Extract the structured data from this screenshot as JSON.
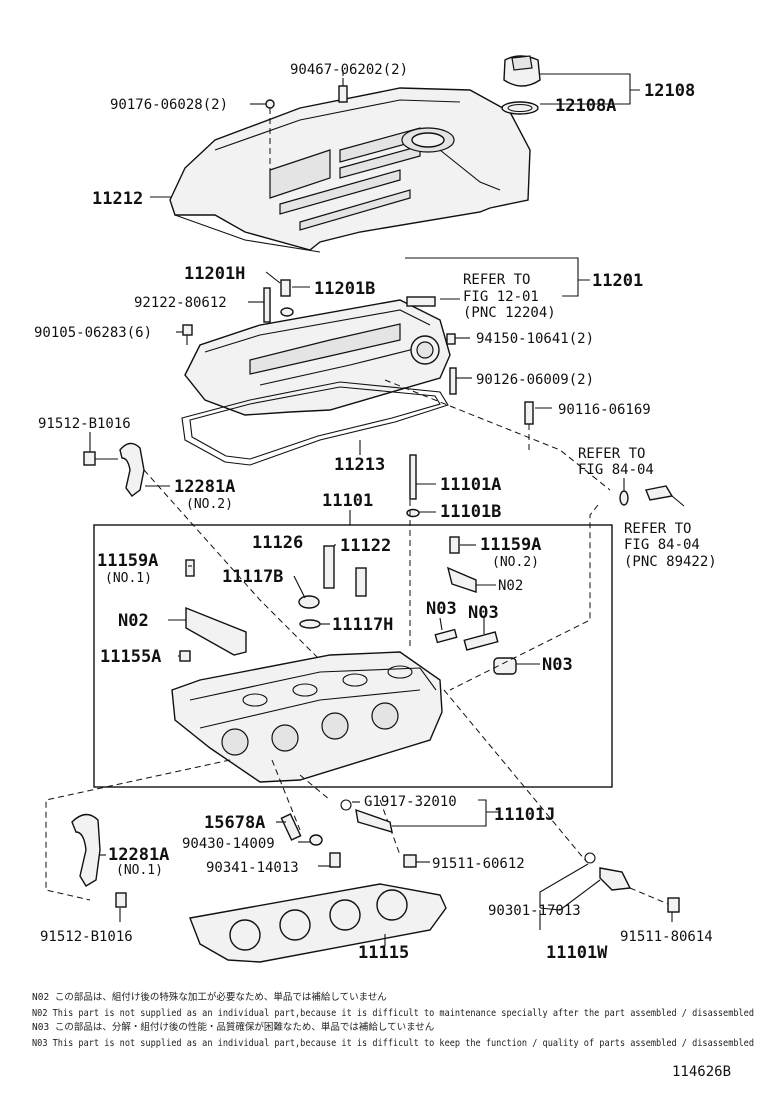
{
  "labels": {
    "p90467": "90467-06202(2)",
    "p90176": "90176-06028(2)",
    "p12108": "12108",
    "p12108A": "12108A",
    "p11212": "11212",
    "p11201H": "11201H",
    "p11201B": "11201B",
    "p92122": "92122-80612",
    "p90105": "90105-06283(6)",
    "refer1a": "REFER TO",
    "refer1b": "FIG 12-01",
    "refer1c": "(PNC 12204)",
    "p11201": "11201",
    "p94150": "94150-10641(2)",
    "p90126": "90126-06009(2)",
    "p91512a": "91512-B1016",
    "p90116": "90116-06169",
    "p11213": "11213",
    "refer2a": "REFER TO",
    "refer2b": "FIG 84-04",
    "p12281A_1": "12281A",
    "p12281A_1n": "(NO.2)",
    "p11101A": "11101A",
    "p11101": "11101",
    "p11101B": "11101B",
    "refer3a": "REFER TO",
    "refer3b": "FIG 84-04",
    "refer3c": "(PNC 89422)",
    "p11126": "11126",
    "p11122": "11122",
    "p11159A_2": "11159A",
    "p11159A_2n": "(NO.2)",
    "p11159A_1": "11159A",
    "p11159A_1n": "(NO.1)",
    "p11117B": "11117B",
    "pN02a": "N02",
    "pN03a": "N03",
    "pN03b": "N03",
    "pN02b": "N02",
    "p11117H": "11117H",
    "p11155A": "11155A",
    "pN03c": "N03",
    "pG1917": "G1917-32010",
    "p11101J": "11101J",
    "p15678A": "15678A",
    "p90430": "90430-14009",
    "p12281A_2": "12281A",
    "p12281A_2n": "(NO.1)",
    "p90341": "90341-14013",
    "p91511a": "91511-60612",
    "p90301": "90301-17013",
    "p91512b": "91512-B1016",
    "p91511b": "91511-80614",
    "p11115": "11115",
    "p11101W": "11101W"
  },
  "notes": [
    "N02 この部品は、組付け後の特殊な加工が必要なため、単品では補給していません",
    "N02 This part is not supplied as an individual part,because it is difficult to maintenance specially after the part assembled / disassembled",
    "N03 この部品は、分解・組付け後の性能・品質確保が困難なため、単品では補給していません",
    "N03 This part is not supplied as an individual part,because it is difficult to keep the function / quality of parts assembled / disassembled"
  ],
  "figure_id": "114626B"
}
